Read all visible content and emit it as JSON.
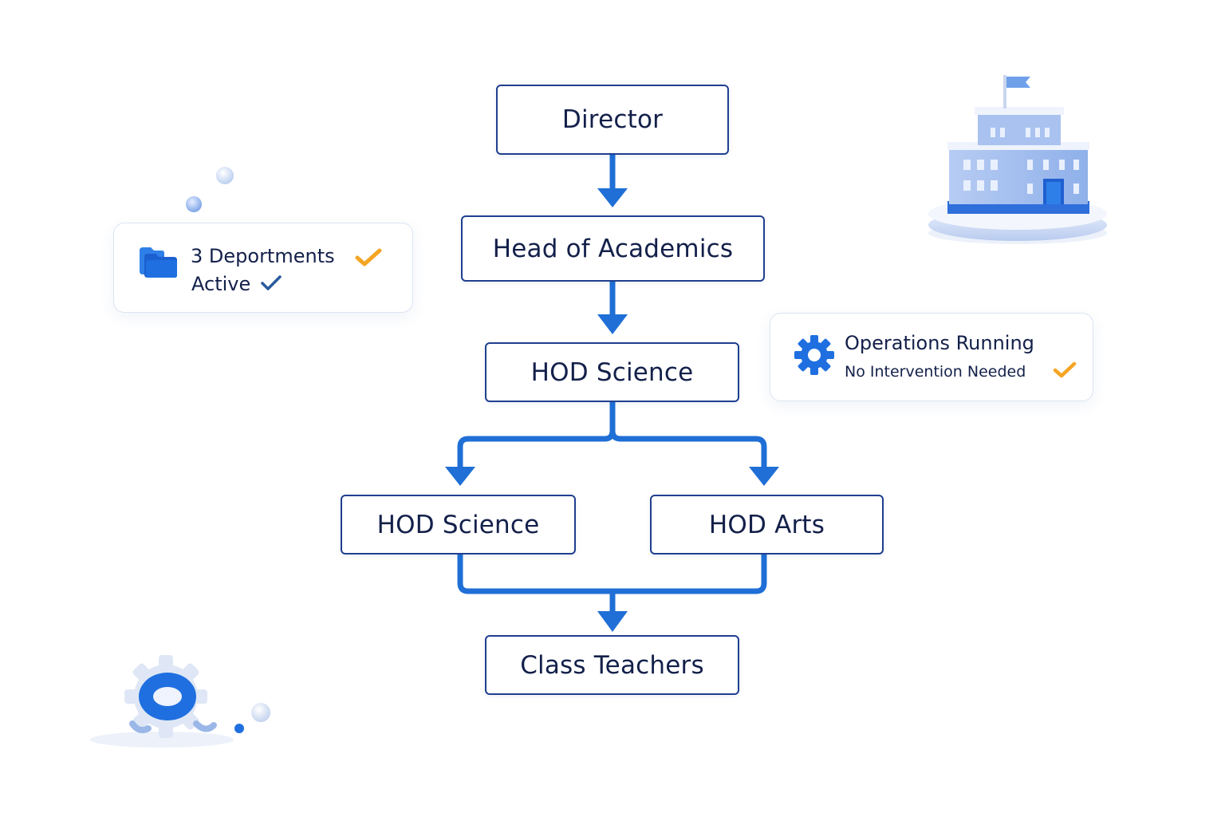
{
  "nodes": {
    "director": "Director",
    "head_of_academics": "Head of Academics",
    "hod_science_top": "HOD Science",
    "hod_science": "HOD Science",
    "hod_arts": "HOD Arts",
    "class_teachers": "Class Teachers"
  },
  "departments_card": {
    "line1": "3 Deportments",
    "line2": "Active",
    "icon": "folder-icon"
  },
  "operations_card": {
    "line1": "Operations Running",
    "line2": "No Intervention Needed",
    "icon": "gear-icon"
  },
  "colors": {
    "connector": "#1f6fd6",
    "node_border": "#1f3f8f",
    "text": "#13204a",
    "accent_orange": "#f5a524",
    "check_blue": "#2a5a9e"
  }
}
